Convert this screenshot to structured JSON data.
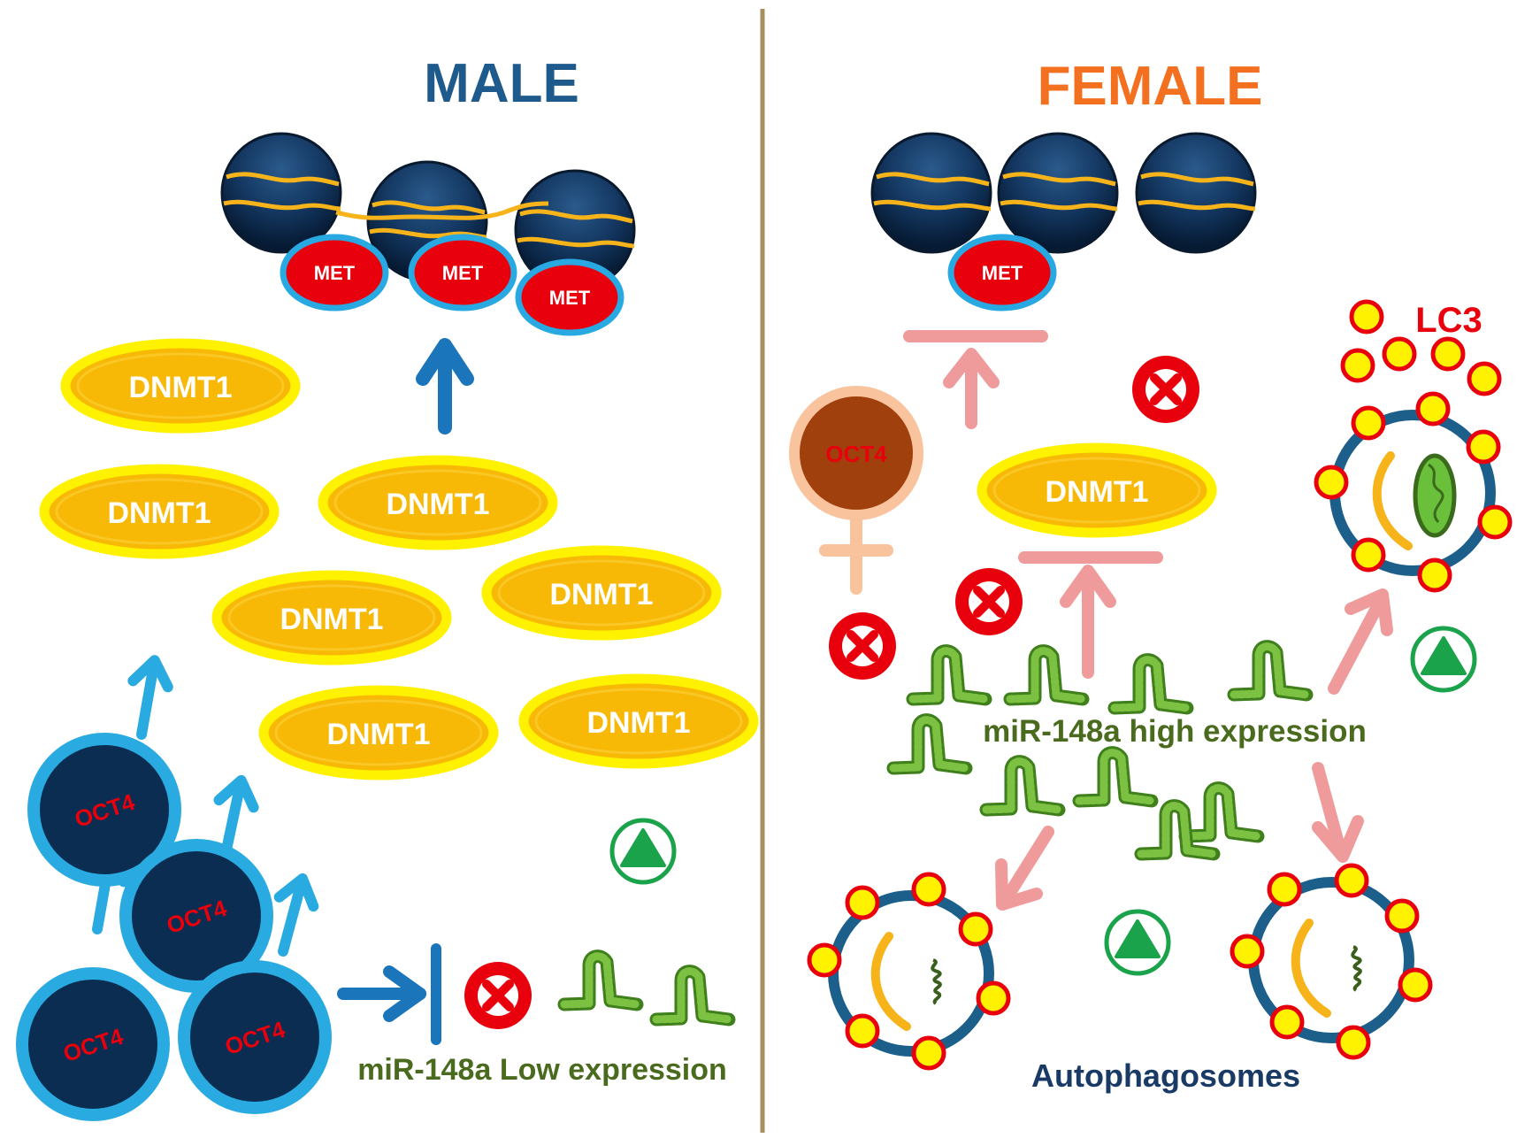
{
  "titles": {
    "male": "MALE",
    "female": "FEMALE"
  },
  "labels": {
    "met": "MET",
    "dnmt1": "DNMT1",
    "oct4": "OCT4",
    "lc3": "LC3",
    "mir_low": "miR-148a Low expression",
    "mir_high": "miR-148a high expression",
    "autophagosomes": "Autophagosomes"
  },
  "colors": {
    "male_title": "#1f5a8c",
    "female_title": "#f37021",
    "nucleosome": "#1a3a66",
    "dna_strand": "#f6b31a",
    "met_fill": "#e8000c",
    "met_border": "#29a9e1",
    "dnmt1_fill": "#f8b806",
    "dnmt1_border": "#fff200",
    "oct4_male_fill": "#0b2d52",
    "oct4_male_border": "#29aae1",
    "oct4_female_fill": "#a0400c",
    "oct4_female_border": "#f8c39d",
    "male_arrow": "#1b75bb",
    "oct4_arrow": "#29aae1",
    "inhibit_arrow": "#f09b9b",
    "mirna": "#5fa630",
    "mir_text": "#4a6b1e",
    "autophagosome_ring": "#1d5f8b",
    "lc3_dot": "#fff200",
    "lc3_border": "#e8000c",
    "no_symbol": "#e8000c",
    "up_symbol": "#1aa34a",
    "divider": "#a78f5c",
    "autophagosomes_text": "#1a3a66"
  },
  "icons": [
    "nucleosome-icon",
    "met-mark-icon",
    "dnmt1-icon",
    "oct4-icon",
    "mirna-icon",
    "inhibit-icon",
    "up-arrow-icon",
    "no-symbol-icon",
    "female-symbol-icon",
    "autophagosome-icon",
    "lc3-dot-icon"
  ]
}
